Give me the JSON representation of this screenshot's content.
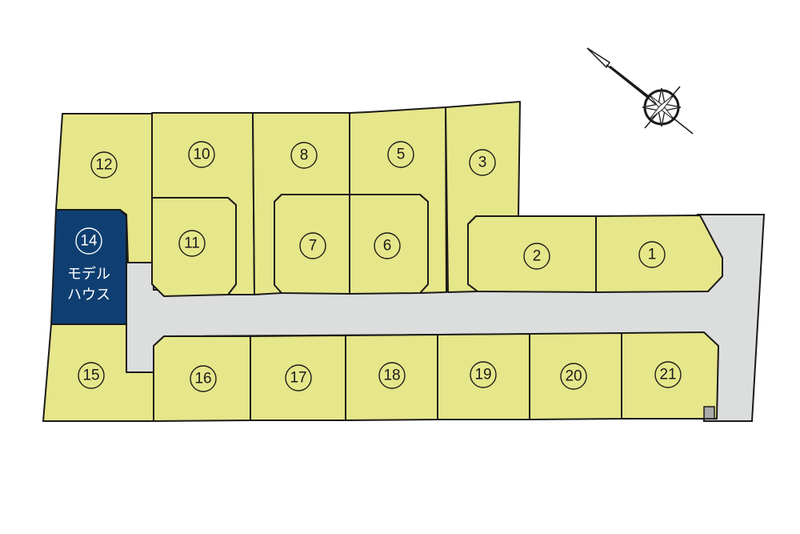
{
  "colors": {
    "lot": "#e6e68a",
    "model_house": "#0f3f72",
    "road": "#dcdddd"
  },
  "lots": {
    "l1": "1",
    "l2": "2",
    "l3": "3",
    "l5": "5",
    "l6": "6",
    "l7": "7",
    "l8": "8",
    "l10": "10",
    "l11": "11",
    "l12": "12",
    "l14": "14",
    "l15": "15",
    "l16": "16",
    "l17": "17",
    "l18": "18",
    "l19": "19",
    "l20": "20",
    "l21": "21"
  },
  "model_house": {
    "line1": "モデル",
    "line2": "ハウス"
  },
  "compass_icon": "north-arrow-compass-rose"
}
